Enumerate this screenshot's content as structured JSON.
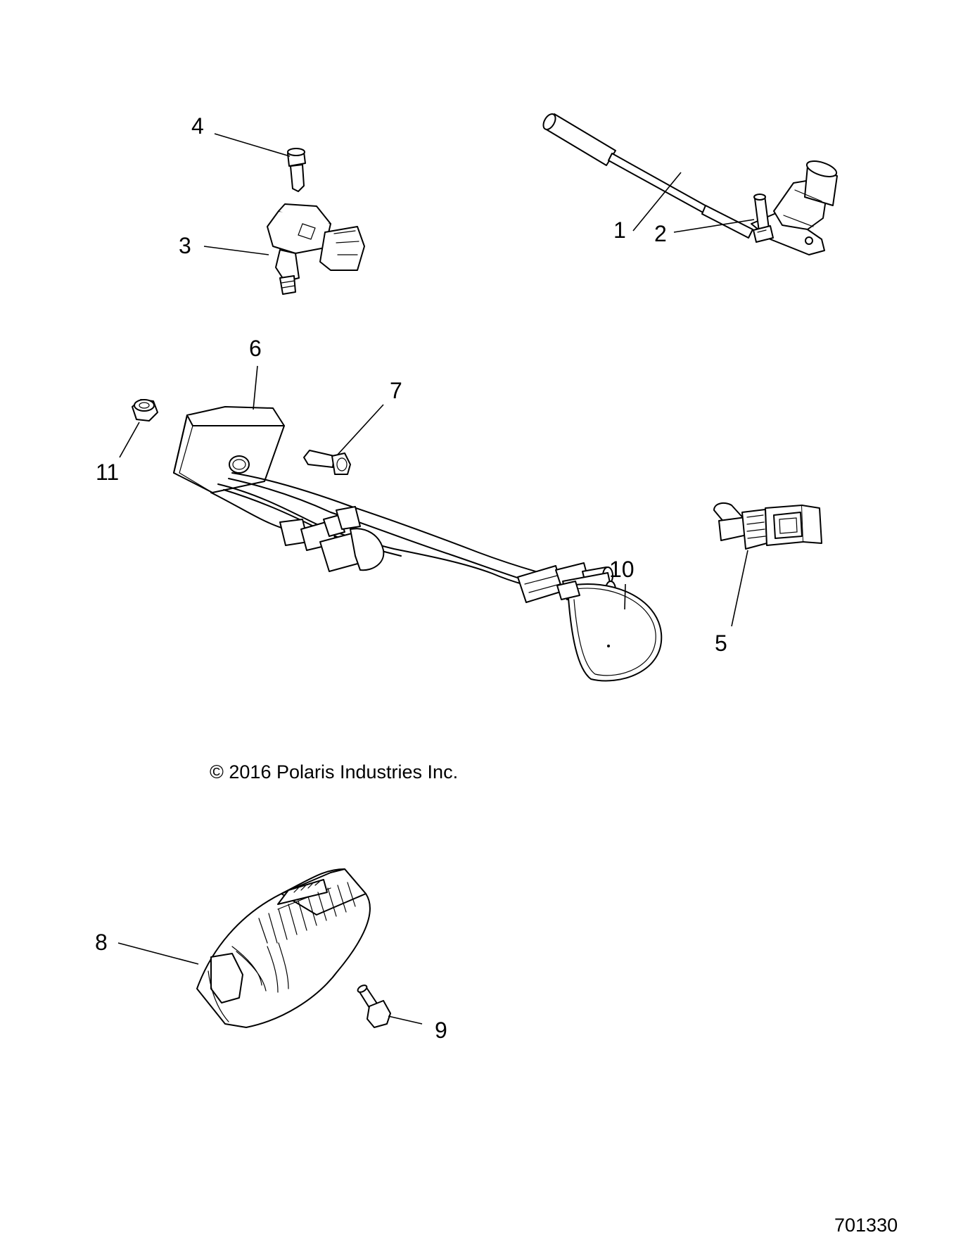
{
  "callouts": {
    "c1": "1",
    "c2": "2",
    "c3": "3",
    "c4": "4",
    "c5": "5",
    "c6": "6",
    "c7": "7",
    "c8": "8",
    "c9": "9",
    "c10": "10",
    "c11": "11"
  },
  "copyright": "© 2016  Polaris Industries Inc.",
  "drawing_number": "701330"
}
